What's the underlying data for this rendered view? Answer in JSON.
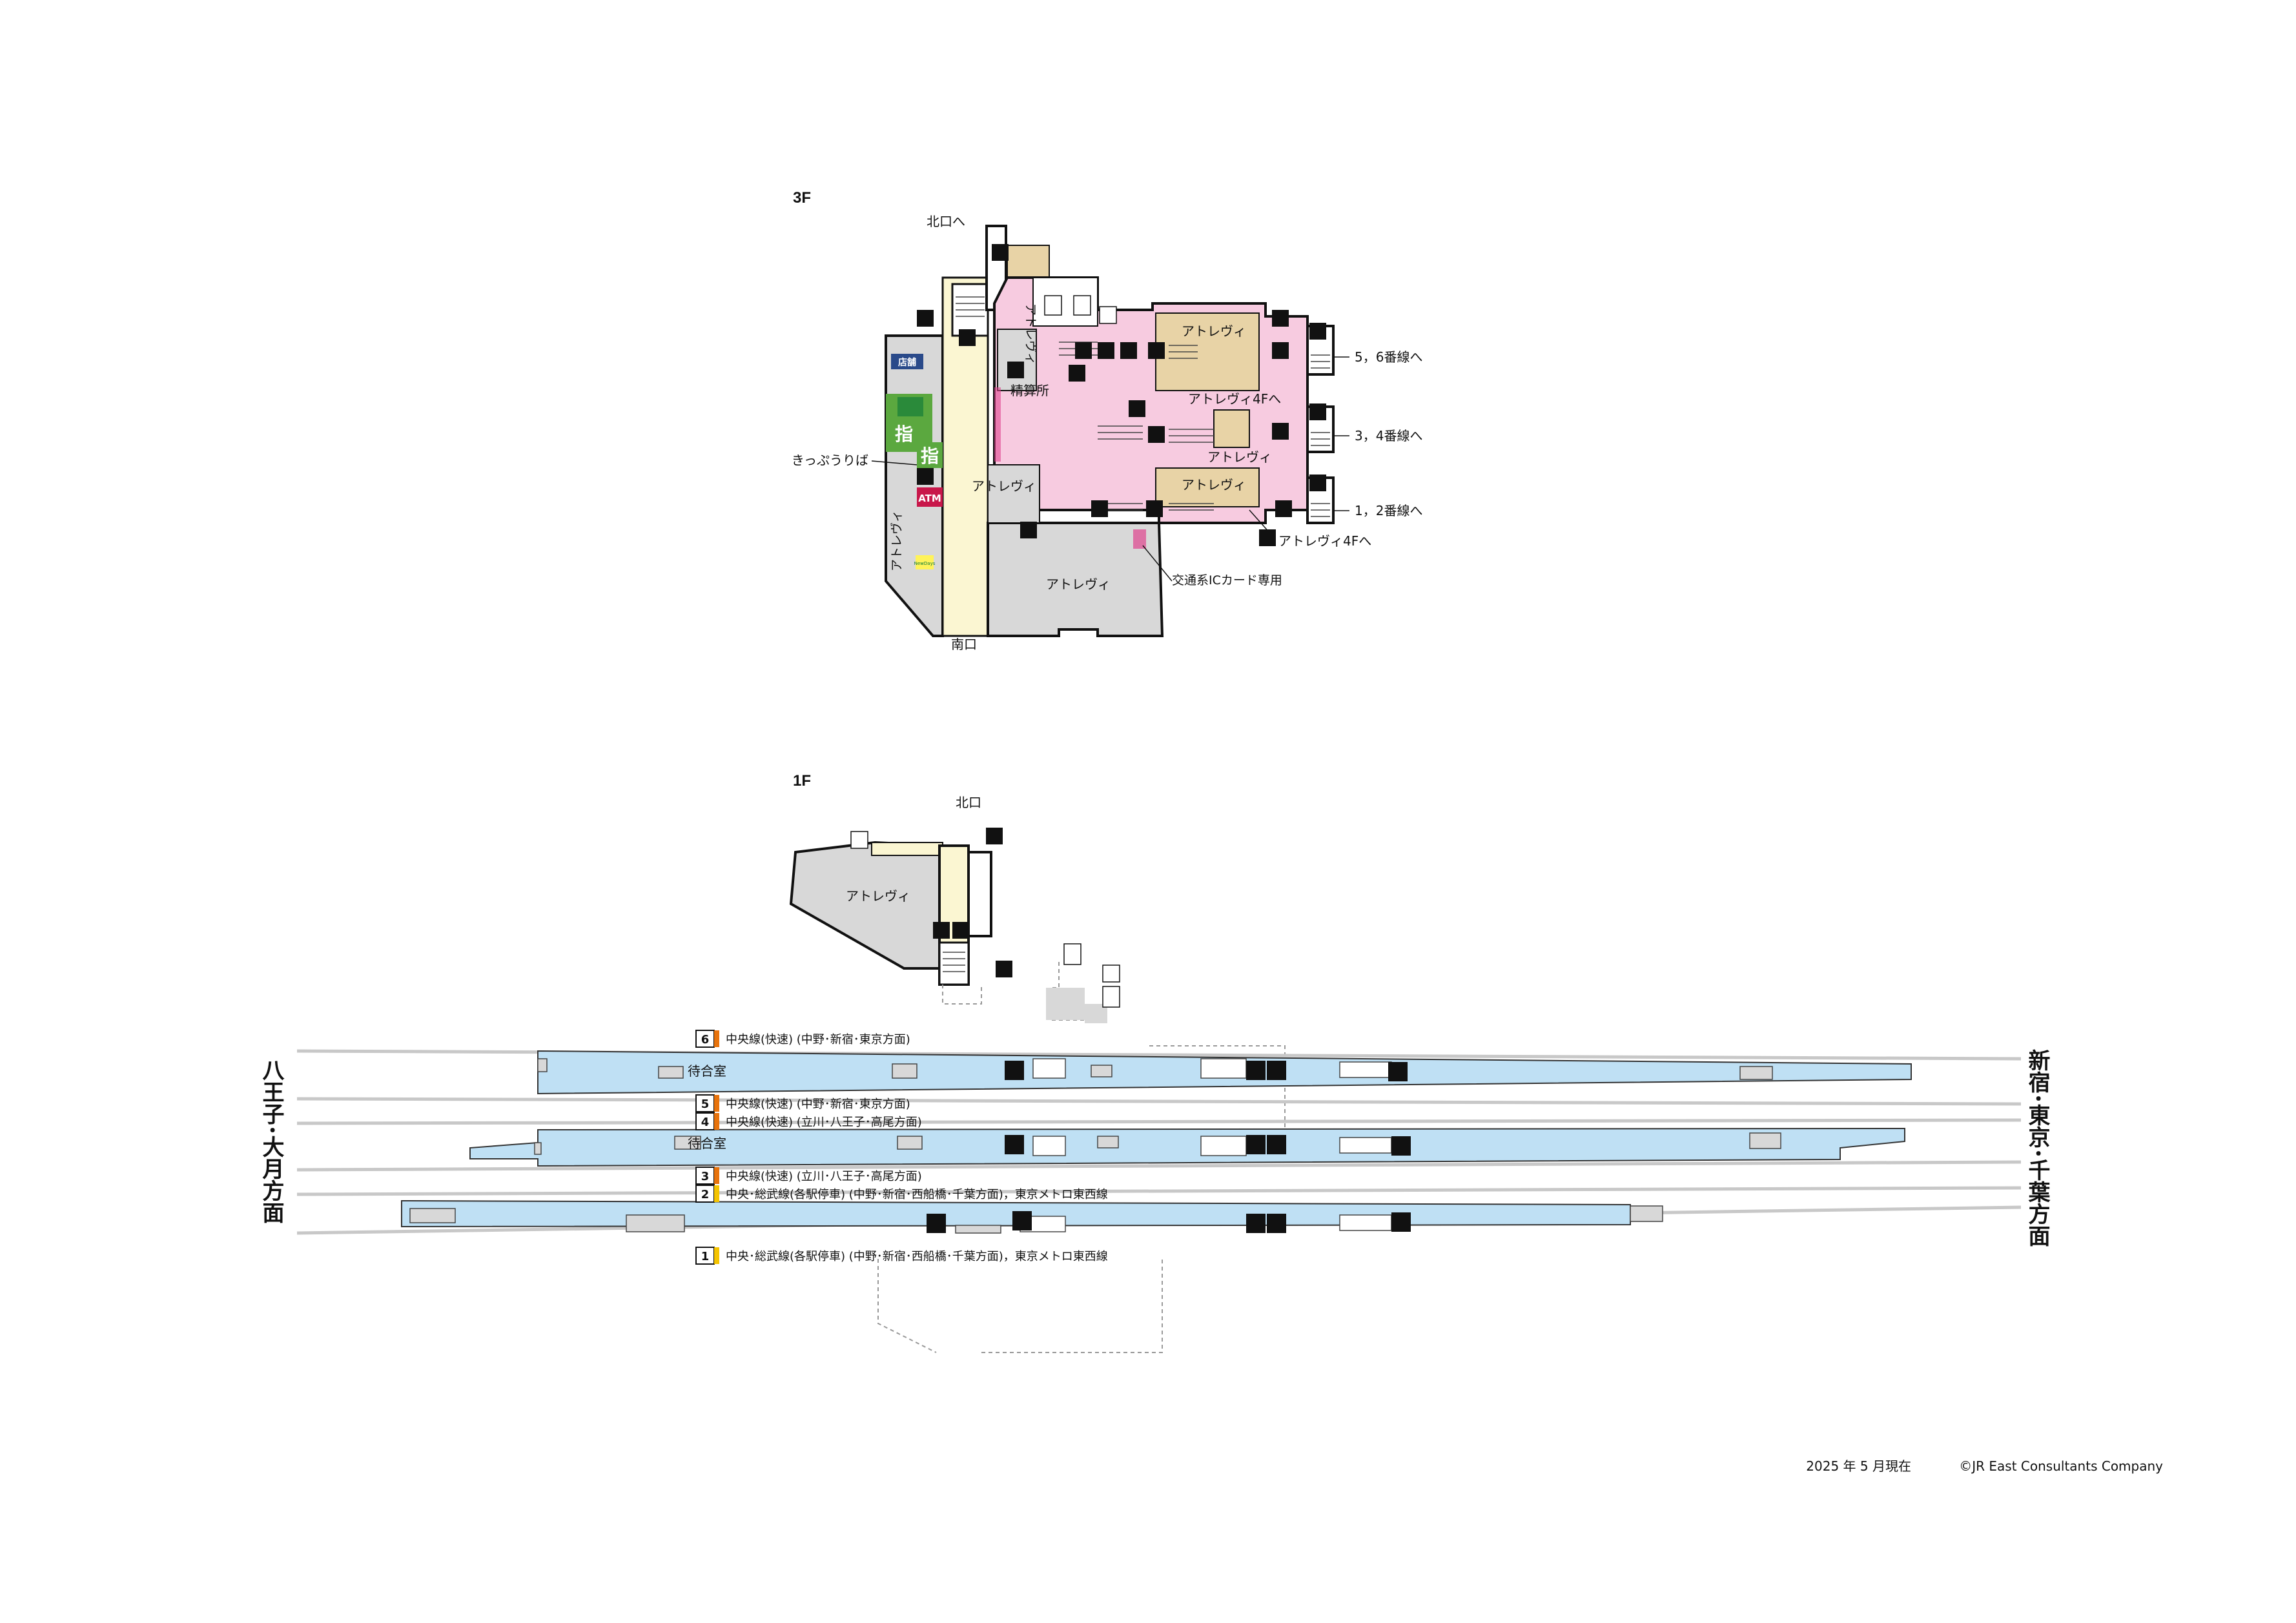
{
  "floor_3f": {
    "label": "3F",
    "north_exit": "北口へ",
    "south_exit": "南口",
    "ticket": "きっぷうりば",
    "fare_adjust": "精算所",
    "ic_gate": "交通系ICカード専用",
    "shop_atore": "アトレヴィ",
    "to_atore4f": "アトレヴィ4Fへ",
    "to_atore4f_b": "アトレヴィ4Fへ",
    "platform_56": "5，6番線へ",
    "platform_34": "3，4番線へ",
    "platform_12": "1，2番線へ",
    "shop_sign": "店舗",
    "reserved": "指",
    "reserved2": "指",
    "atm": "ATM",
    "newdays": "NewDays"
  },
  "floor_1f": {
    "label": "1F",
    "north_exit": "北口",
    "shop_atore": "アトレヴィ",
    "waiting_room_1": "待合室",
    "waiting_room_2": "待合室"
  },
  "tracks": [
    {
      "num": "6",
      "desc": "中央線(快速) (中野･新宿･東京方面)",
      "color": "#e8730c"
    },
    {
      "num": "5",
      "desc": "中央線(快速) (中野･新宿･東京方面)",
      "color": "#e8730c"
    },
    {
      "num": "4",
      "desc": "中央線(快速) (立川･八王子･高尾方面)",
      "color": "#e8730c"
    },
    {
      "num": "3",
      "desc": "中央線(快速) (立川･八王子･高尾方面)",
      "color": "#e8730c"
    },
    {
      "num": "2",
      "desc": "中央･総武線(各駅停車) (中野･新宿･西船橋･千葉方面)，東京メトロ東西線",
      "color": "#f5c400"
    },
    {
      "num": "1",
      "desc": "中央･総武線(各駅停車) (中野･新宿･西船橋･千葉方面)，東京メトロ東西線",
      "color": "#f5c400"
    }
  ],
  "directions": {
    "west": "八王子･大月方面",
    "east": "新宿･東京･千葉方面"
  },
  "footer": {
    "date": "2025 年 5 月現在",
    "copyright": "©JR East Consultants Company"
  },
  "colors": {
    "concourse": "#f7cbe0",
    "passage": "#fbf6d2",
    "shop": "#e8d3a6",
    "facility": "#d8d8d8",
    "platform": "#bfe0f4",
    "ticket_green": "#5ba83f",
    "atm_red": "#c8174a"
  },
  "icons": {
    "escalator": "escalator-icon",
    "elevator": "elevator-icon",
    "stairs": "stairs-icon",
    "toilet_male": "toilet-male-icon",
    "toilet_female": "toilet-female-icon",
    "wheelchair": "wheelchair-icon",
    "locker": "locker-icon",
    "info": "information-icon"
  }
}
